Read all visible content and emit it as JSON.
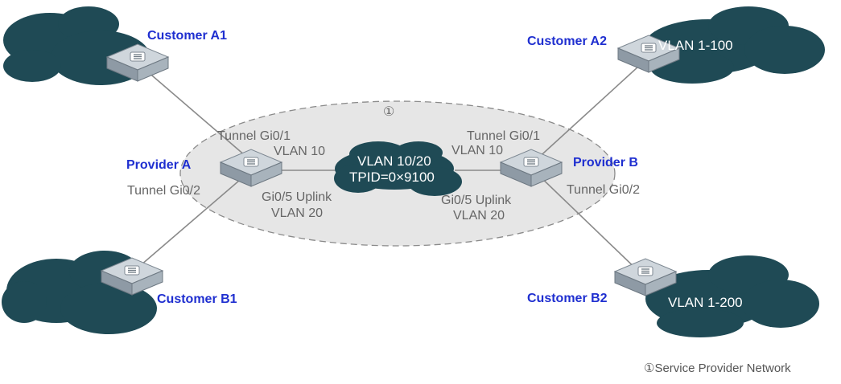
{
  "diagram": {
    "network_marker": "①",
    "legend": "①Service Provider Network",
    "center_cloud": {
      "line1": "VLAN 10/20",
      "line2": "TPID=0×9100"
    },
    "customers": {
      "a1": {
        "name": "Customer A1"
      },
      "a2": {
        "name": "Customer A2",
        "cloud_label": "VLAN 1-100"
      },
      "b1": {
        "name": "Customer B1"
      },
      "b2": {
        "name": "Customer B2",
        "cloud_label": "VLAN 1-200"
      }
    },
    "provider_a": {
      "name": "Provider A",
      "tunnel_port": "Tunnel Gi0/1",
      "tunnel_vlan": "VLAN 10",
      "tunnel_port2": "Tunnel Gi0/2",
      "uplink_port": "Gi0/5 Uplink",
      "uplink_vlan": "VLAN 20"
    },
    "provider_b": {
      "name": "Provider B",
      "tunnel_port": "Tunnel Gi0/1",
      "tunnel_vlan": "VLAN 10",
      "tunnel_port2": "Tunnel Gi0/2",
      "uplink_port": "Gi0/5 Uplink",
      "uplink_vlan": "VLAN 20"
    },
    "colors": {
      "cloud": "#1f4a55",
      "customer_label": "#1f2fd0",
      "port_label": "#666666",
      "sp_ellipse_fill": "#e6e6e6",
      "link": "#8a8a8a"
    }
  }
}
